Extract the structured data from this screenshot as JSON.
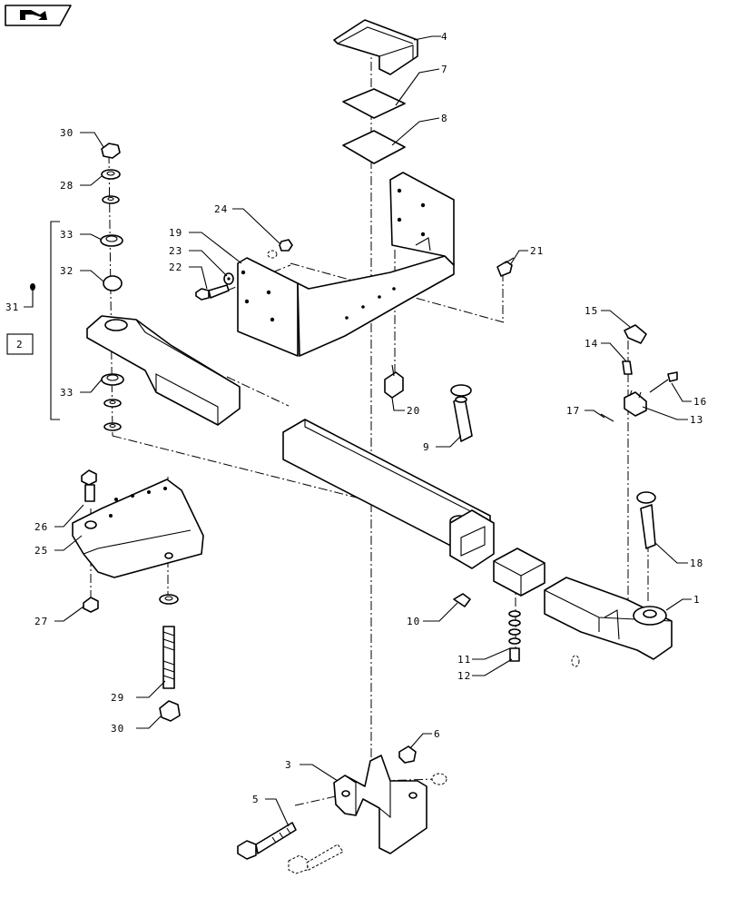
{
  "nav": {
    "icon": "return-arrow-icon"
  },
  "callouts": [
    "1",
    "2",
    "3",
    "4",
    "5",
    "6",
    "7",
    "8",
    "9",
    "10",
    "11",
    "12",
    "13",
    "14",
    "15",
    "16",
    "17",
    "18",
    "19",
    "20",
    "21",
    "22",
    "23",
    "24",
    "25",
    "26",
    "27",
    "28",
    "29",
    "30",
    "30",
    "31",
    "32",
    "33",
    "33"
  ]
}
